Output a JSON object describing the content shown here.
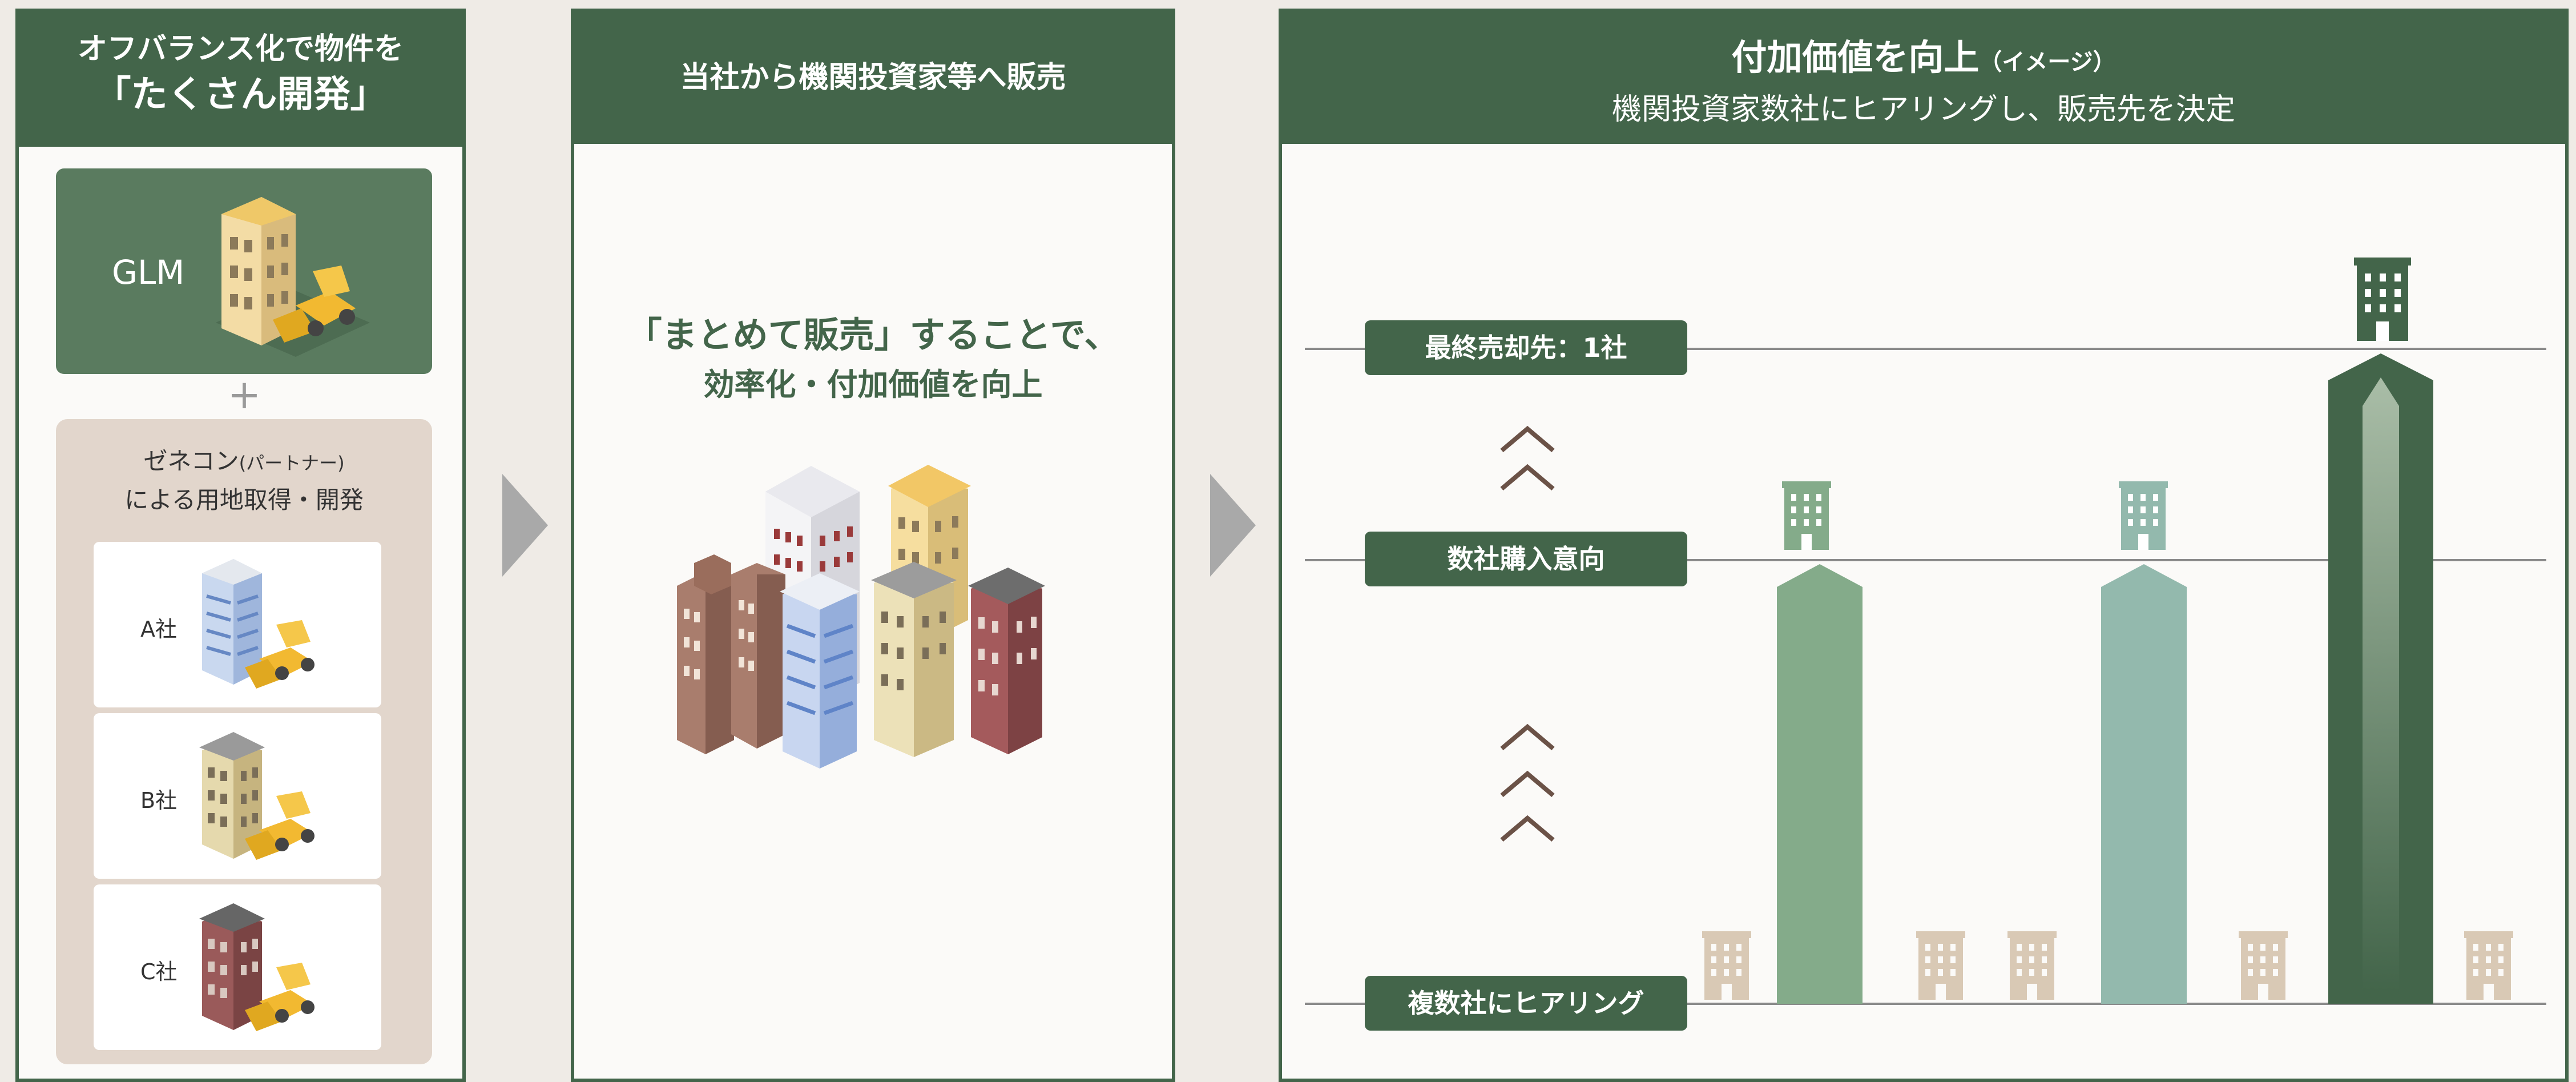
{
  "panel1": {
    "title_line1": "オフバランス化で物件を",
    "title_line2": "「たくさん開発」",
    "glm_label": "GLM",
    "plus": "+",
    "partner_title_main": "ゼネコン",
    "partner_title_small": "(パートナー)",
    "partner_title_line2": "による用地取得・開発",
    "companies": [
      "A社",
      "B社",
      "C社"
    ]
  },
  "panel2": {
    "title": "当社から機関投資家等へ販売",
    "lead_line1": "「まとめて販売」することで、",
    "lead_line2": "効率化・付加価値を向上"
  },
  "panel3": {
    "title_main": "付加価値を向上",
    "title_small": "（イメージ）",
    "subtitle": "機関投資家数社にヒアリングし、販売先を決定",
    "levels": [
      "最終売却先：1社",
      "数社購入意向",
      "複数社にヒアリング"
    ]
  },
  "colors": {
    "dark_green": "#43654a",
    "glm_green": "#5a7b5f",
    "bar_green": "#84ab8a",
    "bar_teal": "#93b9ad",
    "beige_building": "#d9c9b5",
    "partner_bg": "#e2d6cc",
    "chevron": "#6b5247"
  },
  "icons": [
    "bulldozer-icon",
    "building-icon",
    "chevron-up-icon",
    "arrow-right-icon",
    "plus-icon"
  ]
}
